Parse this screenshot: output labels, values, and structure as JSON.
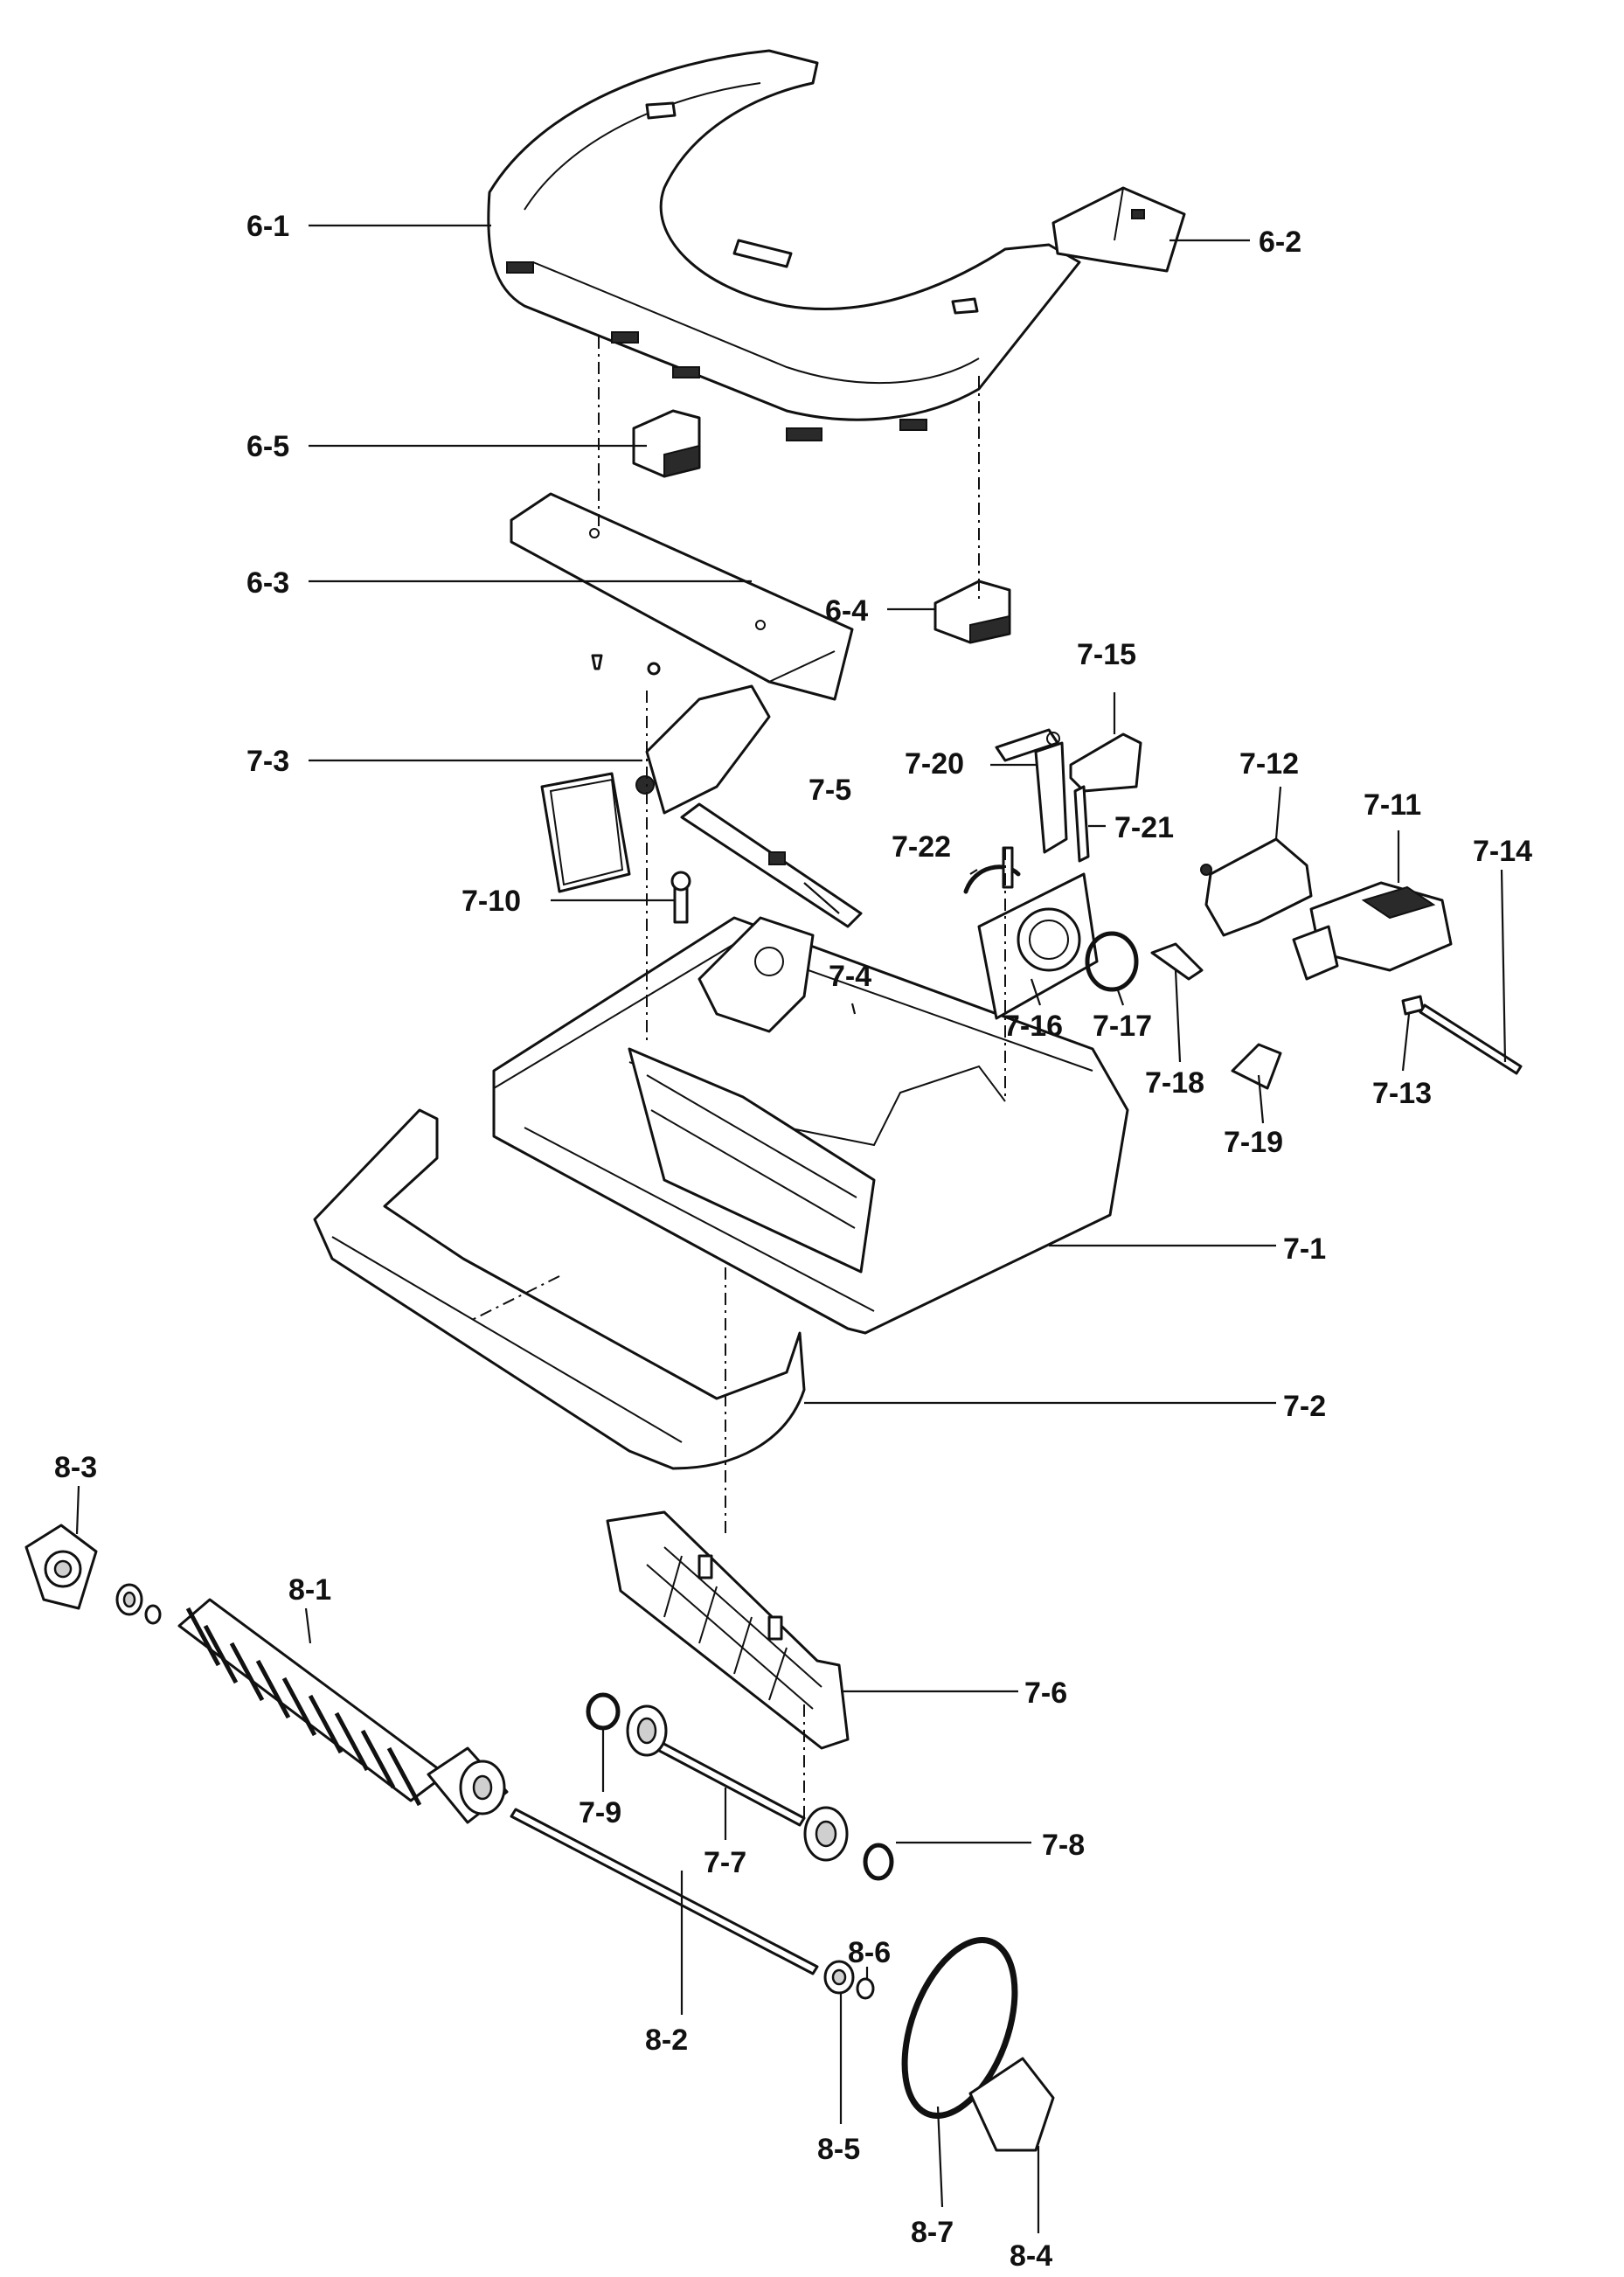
{
  "labels": {
    "p6_1": "6-1",
    "p6_2": "6-2",
    "p6_3": "6-3",
    "p6_4": "6-4",
    "p6_5": "6-5",
    "p7_1": "7-1",
    "p7_2": "7-2",
    "p7_3": "7-3",
    "p7_4": "7-4",
    "p7_5": "7-5",
    "p7_6": "7-6",
    "p7_7": "7-7",
    "p7_8": "7-8",
    "p7_9": "7-9",
    "p7_10": "7-10",
    "p7_11": "7-11",
    "p7_12": "7-12",
    "p7_13": "7-13",
    "p7_14": "7-14",
    "p7_15": "7-15",
    "p7_16": "7-16",
    "p7_17": "7-17",
    "p7_18": "7-18",
    "p7_19": "7-19",
    "p7_20": "7-20",
    "p7_21": "7-21",
    "p7_22": "7-22",
    "p8_1": "8-1",
    "p8_2": "8-2",
    "p8_3": "8-3",
    "p8_4": "8-4",
    "p8_5": "8-5",
    "p8_6": "8-6",
    "p8_7": "8-7"
  }
}
